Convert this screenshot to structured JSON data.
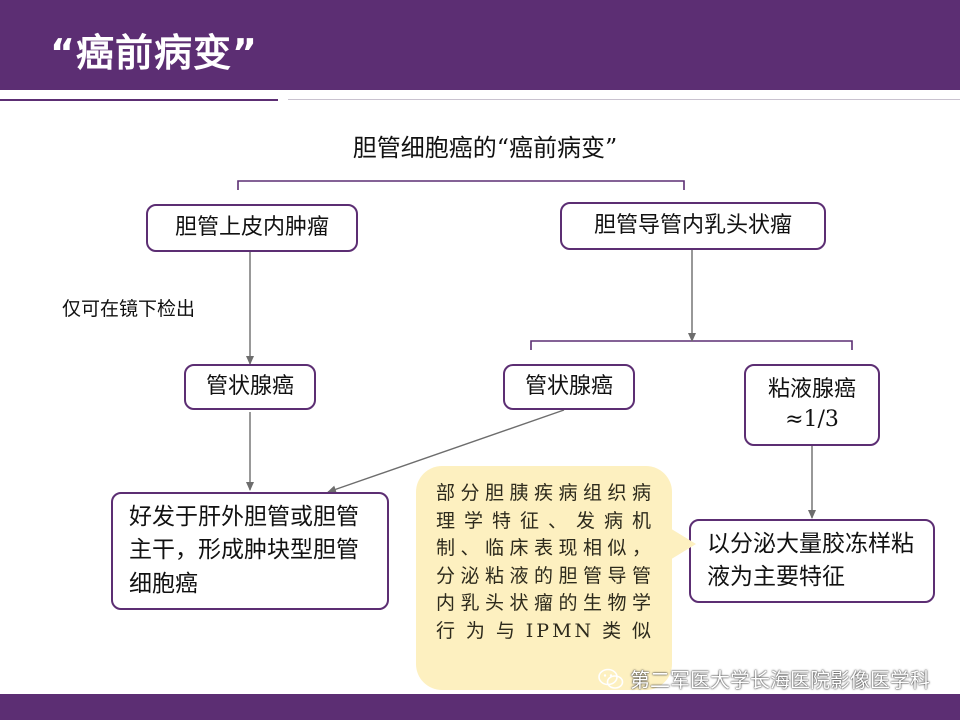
{
  "slide": {
    "title": "“癌前病变”"
  },
  "diagram": {
    "title": "胆管细胞癌的“癌前病变”",
    "nodes": {
      "biliary_intraepithelial_neoplasia": "胆管上皮内肿瘤",
      "ipnb": "胆管导管内乳头状瘤",
      "tubular_adenocarcinoma_left": "管状腺癌",
      "tubular_adenocarcinoma_right": "管状腺癌",
      "mucinous_adenocarcinoma": "粘液腺癌",
      "mucinous_ratio": "≈1/3",
      "extrahepatic_outcome": "好发于肝外胆管或胆管主干，形成肿块型胆管细胞癌",
      "mucin_outcome": "以分泌大量胶冻样粘液为主要特征"
    },
    "side_label": "仅可在镜下检出",
    "note": "部分胆胰疾病组织病理学特征、发病机制、临床表现相似，分泌粘液的胆管导管内乳头状瘤的生物学行为与IPMN类似"
  },
  "watermark": {
    "text": "第二军医大学长海医院影像医学科",
    "icon": "wechat-icon"
  },
  "colors": {
    "brand": "#5c2e73",
    "note_bg": "#fdf0c0"
  }
}
